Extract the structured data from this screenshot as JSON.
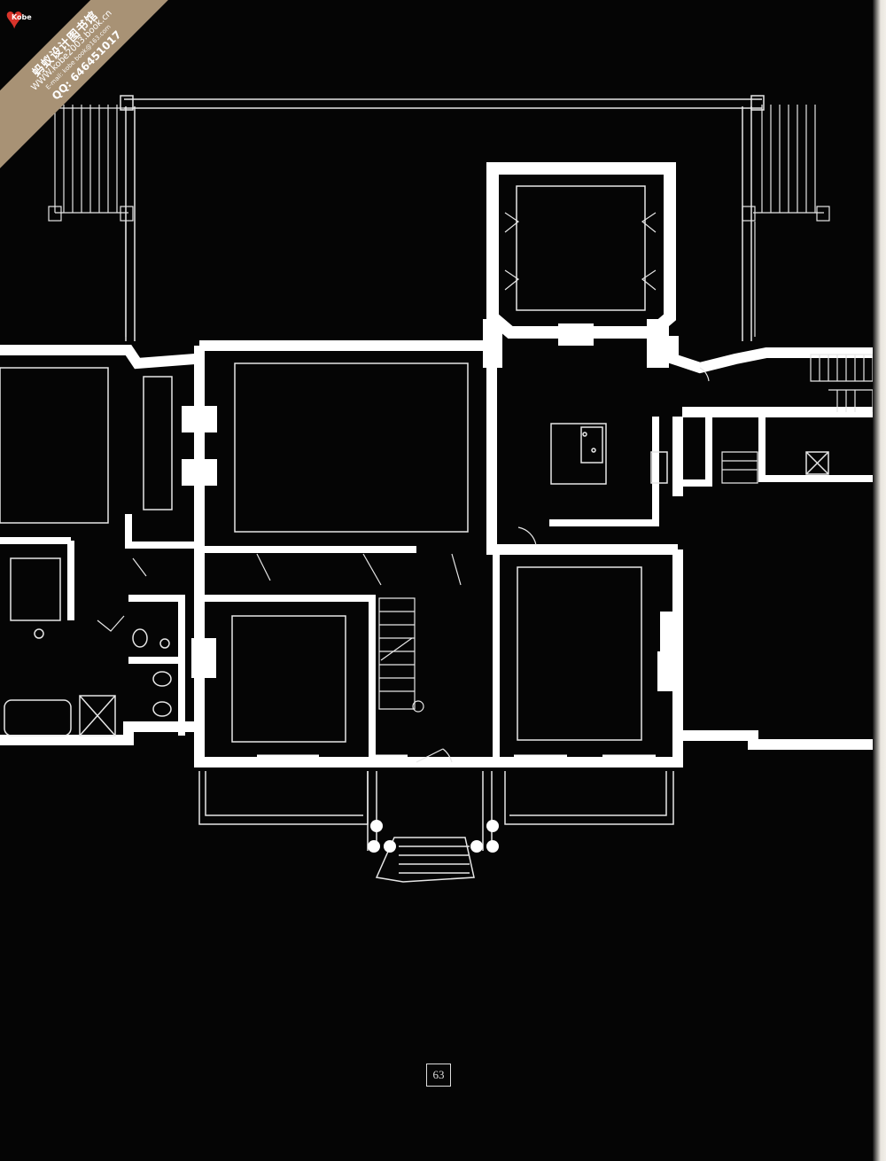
{
  "stamp": {
    "line1": "蚂蚁设计图书馆",
    "line2": "WWW.kobe2003.book.cn",
    "line3": "E-mail: kobe book@163.com",
    "line4": "QQ: 646451017",
    "logo": "Kobe"
  },
  "page_number": "63",
  "colors": {
    "background": "#050505",
    "walls": "#ffffff",
    "lines": "#e6e6e6",
    "stamp": "#a89275",
    "heart": "#d9342b"
  }
}
